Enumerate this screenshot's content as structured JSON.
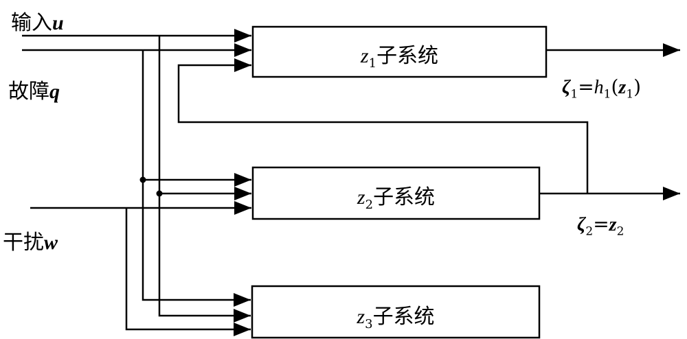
{
  "inputs": {
    "u": {
      "label": "输入",
      "symbol": "u"
    },
    "q": {
      "label": "故障",
      "symbol": "q"
    },
    "w": {
      "label": "干扰",
      "symbol": "w"
    }
  },
  "blocks": [
    {
      "var": "z",
      "sub": "1",
      "label": "子系统"
    },
    {
      "var": "z",
      "sub": "2",
      "label": "子系统"
    },
    {
      "var": "z",
      "sub": "3",
      "label": "子系统"
    }
  ],
  "outputs": {
    "zeta1": {
      "zeta": "ζ",
      "sub": "1",
      "eq": "=",
      "fn": "h",
      "fn_sub": "1",
      "open": "(",
      "arg": "z",
      "arg_sub": "1",
      "close": ")"
    },
    "zeta2": {
      "zeta": "ζ",
      "sub": "2",
      "eq": "=",
      "arg": "z",
      "arg_sub": "2"
    }
  }
}
